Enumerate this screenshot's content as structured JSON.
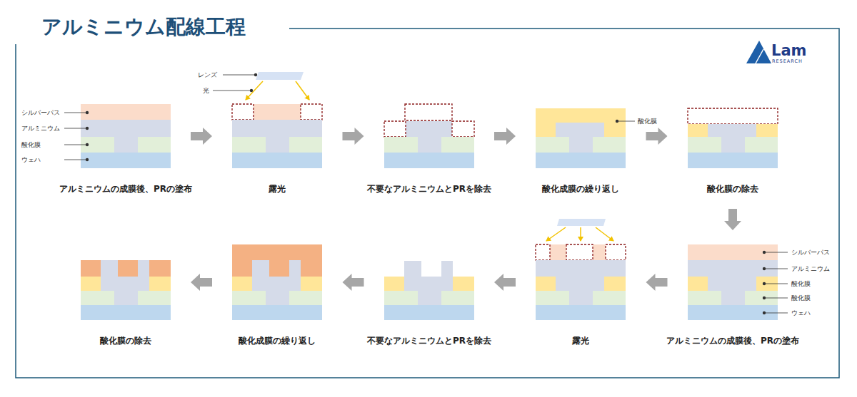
{
  "diagram": {
    "title": "アルミニウム配線工程",
    "nodes": [
      {
        "text": [
          "アルミニウムの成膜後、PRの塗布"
        ]
      },
      {
        "text": [
          "露光"
        ]
      },
      {
        "text": [
          "不要なアルミニウムとPRを除去"
        ]
      },
      {
        "text": [
          "酸化成膜の繰り返し"
        ]
      },
      {
        "text": [
          "酸化膜の除去"
        ]
      },
      {
        "text": [
          "アルミニウムの成膜後、PRの塗布"
        ]
      },
      {
        "text": [
          "露光"
        ]
      },
      {
        "text": [
          "不要なアルミニウムとPRを除去"
        ]
      },
      {
        "text": [
          "酸化成膜の繰り返し"
        ]
      },
      {
        "text": [
          "酸化膜の除去"
        ]
      }
    ],
    "edges": [
      {
        "from": 0,
        "to": 1,
        "arrow": "to"
      },
      {
        "from": 1,
        "to": 2,
        "arrow": "to"
      },
      {
        "from": 2,
        "to": 3,
        "arrow": "to"
      },
      {
        "from": 3,
        "to": 4,
        "arrow": "to"
      },
      {
        "from": 4,
        "to": 5,
        "arrow": "to"
      },
      {
        "from": 5,
        "to": 6,
        "arrow": "to"
      },
      {
        "from": 6,
        "to": 7,
        "arrow": "to"
      },
      {
        "from": 7,
        "to": 8,
        "arrow": "to"
      },
      {
        "from": 8,
        "to": 9,
        "arrow": "to"
      }
    ],
    "labels": [
      "シルバーパス",
      "アルミニウム",
      "酸化膜",
      "ウェハ",
      "レンズ",
      "光",
      "酸化膜",
      "シルバーパス",
      "アルミニウム",
      "酸化膜",
      "酸化膜",
      "ウェハ",
      "Lam",
      "RESEARCH"
    ]
  }
}
